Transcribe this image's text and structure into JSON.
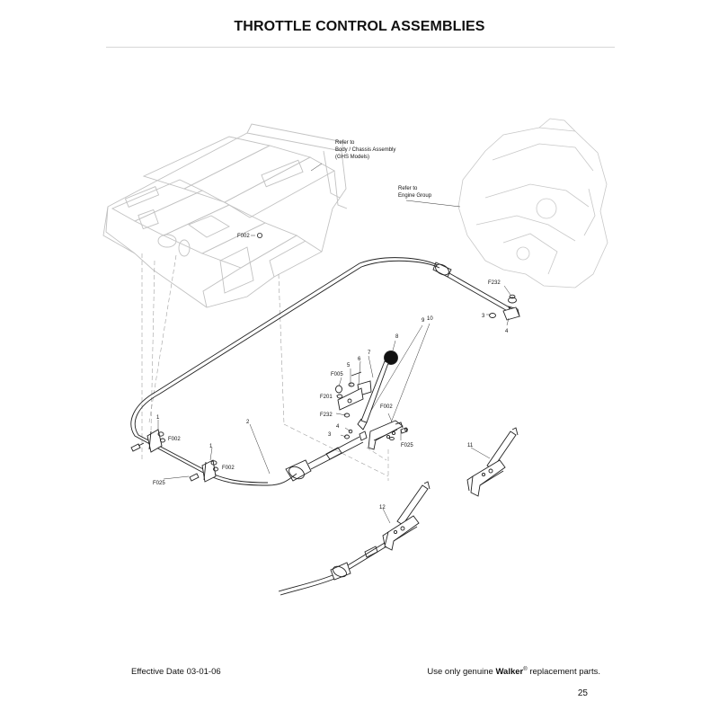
{
  "page": {
    "title": "THROTTLE CONTROL ASSEMBLIES",
    "effective_date": "Effective Date 03-01-06",
    "footer_prefix": "Use only genuine",
    "brand": "Walker",
    "brand_mark": "®",
    "footer_suffix": "replacement parts.",
    "page_number": "25"
  },
  "notes": {
    "body_chassis": [
      "Refer to",
      "Body / Chassis Assembly",
      "(GHS Models)"
    ],
    "engine_group": [
      "Refer to",
      "Engine Group"
    ]
  },
  "callouts": {
    "f002_a": "F002",
    "f232_a": "F232",
    "n3_a": "3",
    "n4_a": "4",
    "n8": "8",
    "n9": "9",
    "n10": "10",
    "n7": "7",
    "n6": "6",
    "n5": "5",
    "f005": "F005",
    "f201": "F201",
    "f232_b": "F232",
    "n4_b": "4",
    "n3_b": "3",
    "f002_b": "F002",
    "f025_a": "F025",
    "n2": "2",
    "n1_a": "1",
    "f002_c": "F002",
    "n1_b": "1",
    "f002_d": "F002",
    "f025_b": "F025",
    "n11": "11",
    "n12": "12"
  }
}
